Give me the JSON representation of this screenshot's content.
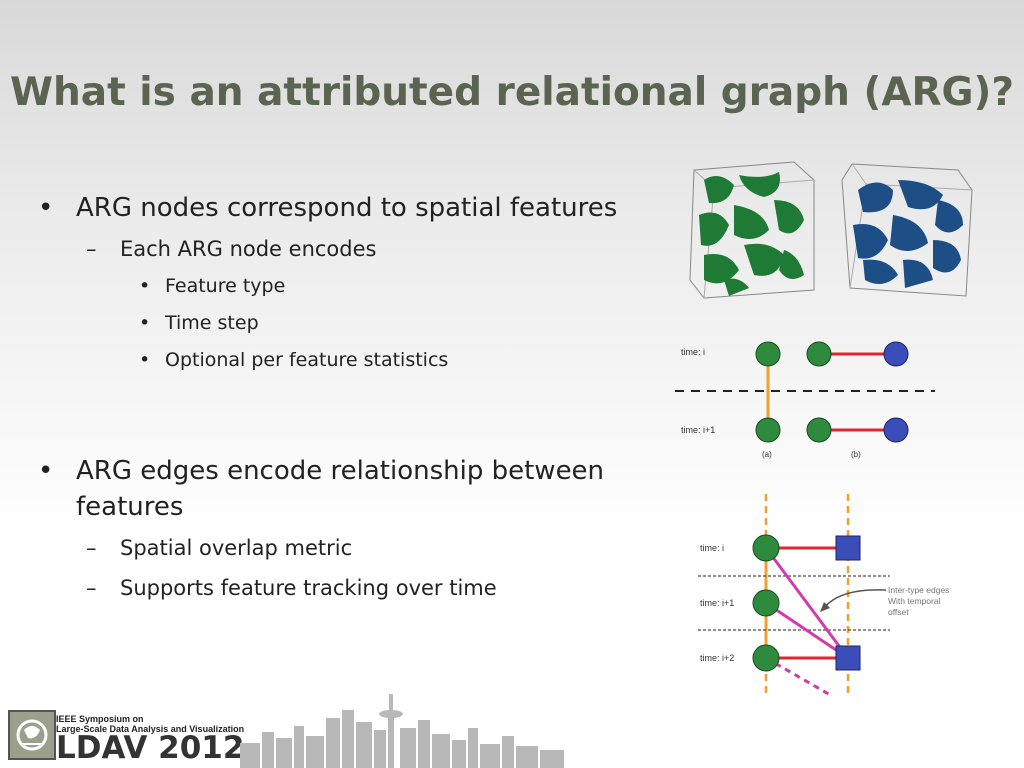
{
  "slide": {
    "title": "What is an attributed relational graph (ARG)?"
  },
  "bullets": {
    "b1": "ARG nodes correspond to spatial features",
    "b1_sub1": "Each ARG node encodes",
    "b1_sub1_items": [
      "Feature type",
      "Time step",
      "Optional per feature statistics"
    ],
    "b2": "ARG edges encode relationship between features",
    "b2_subs": [
      "Spatial overlap metric",
      "Supports feature tracking over time"
    ]
  },
  "diagram1": {
    "time_i": "time: i",
    "time_i1": "time: i+1",
    "label_a": "(a)",
    "label_b": "(b)"
  },
  "diagram2": {
    "time_i": "time: i",
    "time_i1": "time: i+1",
    "time_i2": "time: i+2",
    "annotation": [
      "Inter-type edges",
      "With temporal",
      "offset"
    ]
  },
  "colors": {
    "green_node": "#2e8b3e",
    "blue_node": "#3b4db8",
    "red_edge": "#e0262f",
    "orange_edge": "#f0a030",
    "magenta_edge": "#d63aa8"
  },
  "footer": {
    "conf_line1": "IEEE Symposium on",
    "conf_line2": "Large-Scale Data Analysis and Visualization",
    "conf_name": "LDAV 2012"
  }
}
